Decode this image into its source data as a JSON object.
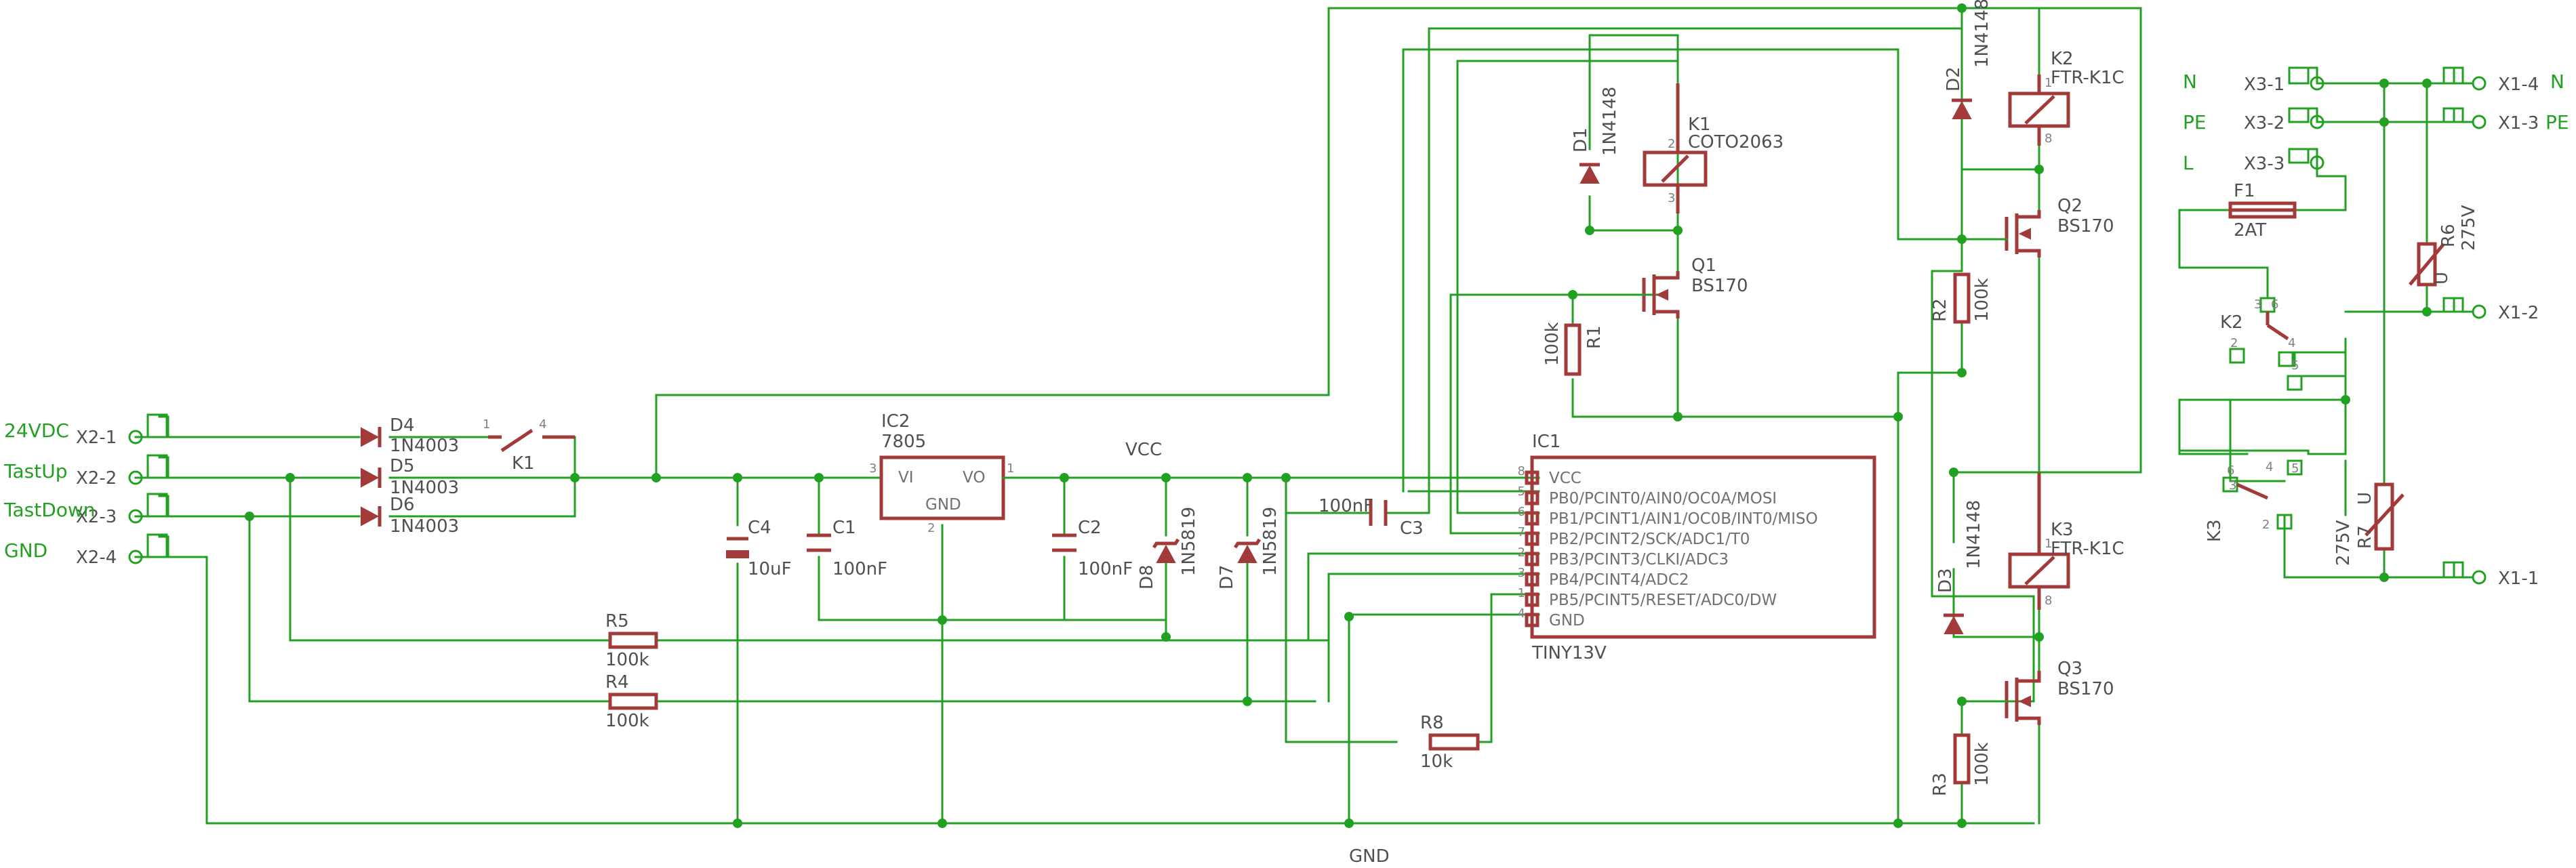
{
  "connectors": {
    "x2_1": {
      "name": "X2-1",
      "label": "24VDC"
    },
    "x2_2": {
      "name": "X2-2",
      "label": "TastUp"
    },
    "x2_3": {
      "name": "X2-3",
      "label": "TastDown"
    },
    "x2_4": {
      "name": "X2-4",
      "label": "GND"
    },
    "x3_1": {
      "name": "X3-1",
      "label": "N"
    },
    "x3_2": {
      "name": "X3-2",
      "label": "PE"
    },
    "x3_3": {
      "name": "X3-3",
      "label": "L"
    },
    "x1_4": {
      "name": "X1-4",
      "label": "N"
    },
    "x1_3": {
      "name": "X1-3",
      "label": "PE"
    },
    "x1_2": {
      "name": "X1-2"
    },
    "x1_1": {
      "name": "X1-1"
    }
  },
  "parts": {
    "d4": {
      "name": "D4",
      "value": "1N4003"
    },
    "d5": {
      "name": "D5",
      "value": "1N4003"
    },
    "d6": {
      "name": "D6",
      "value": "1N4003"
    },
    "k1_contact": {
      "name": "K1",
      "pin_a": "1",
      "pin_b": "4"
    },
    "ic2": {
      "name": "IC2",
      "value": "7805",
      "vi": "VI",
      "vo": "VO",
      "gnd": "GND",
      "pin1": "1",
      "pin2": "2",
      "pin3": "3"
    },
    "c4": {
      "name": "C4",
      "value": "10uF"
    },
    "c1": {
      "name": "C1",
      "value": "100nF"
    },
    "c2": {
      "name": "C2",
      "value": "100nF"
    },
    "c3": {
      "name": "C3",
      "value": "100nF"
    },
    "d8": {
      "name": "D8",
      "value": "1N5819"
    },
    "d7": {
      "name": "D7",
      "value": "1N5819"
    },
    "r5": {
      "name": "R5",
      "value": "100k"
    },
    "r4": {
      "name": "R4",
      "value": "100k"
    },
    "r8": {
      "name": "R8",
      "value": "10k"
    },
    "r1": {
      "name": "R1",
      "value": "100k"
    },
    "r2": {
      "name": "R2",
      "value": "100k"
    },
    "r3": {
      "name": "R3",
      "value": "100k"
    },
    "d1": {
      "name": "D1",
      "value": "1N4148"
    },
    "d2": {
      "name": "D2",
      "value": "1N4148"
    },
    "d3": {
      "name": "D3",
      "value": "1N4148"
    },
    "k1_coil": {
      "name": "K1",
      "value": "COTO2063",
      "pin_a": "2",
      "pin_b": "3"
    },
    "k2_coil": {
      "name": "K2",
      "value": "FTR-K1C",
      "pin_a": "1",
      "pin_b": "8"
    },
    "k3_coil": {
      "name": "K3",
      "value": "FTR-K1C",
      "pin_a": "1",
      "pin_b": "8"
    },
    "q1": {
      "name": "Q1",
      "value": "BS170"
    },
    "q2": {
      "name": "Q2",
      "value": "BS170"
    },
    "q3": {
      "name": "Q3",
      "value": "BS170"
    },
    "f1": {
      "name": "F1",
      "value": "2AT"
    },
    "r6": {
      "name": "R6",
      "value": "275V",
      "mark": "U"
    },
    "r7": {
      "name": "R7",
      "value": "275V",
      "mark": "U"
    },
    "k2_contact": {
      "name": "K2",
      "p2": "2",
      "p3": "3",
      "p4": "4",
      "p5": "5",
      "p6": "6"
    },
    "k3_contact": {
      "name": "K3",
      "p2": "2",
      "p3": "3",
      "p4": "4",
      "p5": "5",
      "p6": "6"
    },
    "ic1": {
      "name": "IC1",
      "value": "TINY13V",
      "pins": [
        {
          "num": "8",
          "label": "VCC"
        },
        {
          "num": "5",
          "label": "PB0/PCINT0/AIN0/OC0A/MOSI"
        },
        {
          "num": "6",
          "label": "PB1/PCINT1/AIN1/OC0B/INT0/MISO"
        },
        {
          "num": "7",
          "label": "PB2/PCINT2/SCK/ADC1/T0"
        },
        {
          "num": "2",
          "label": "PB3/PCINT3/CLKI/ADC3"
        },
        {
          "num": "3",
          "label": "PB4/PCINT4/ADC2"
        },
        {
          "num": "1",
          "label": "PB5/PCINT5/RESET/ADC0/DW"
        },
        {
          "num": "4",
          "label": "GND"
        }
      ]
    }
  },
  "nets": {
    "vcc": "VCC",
    "gnd": "GND"
  },
  "colors": {
    "wire": "#22a022",
    "symbol": "#a33a3a",
    "text": "#505050"
  }
}
